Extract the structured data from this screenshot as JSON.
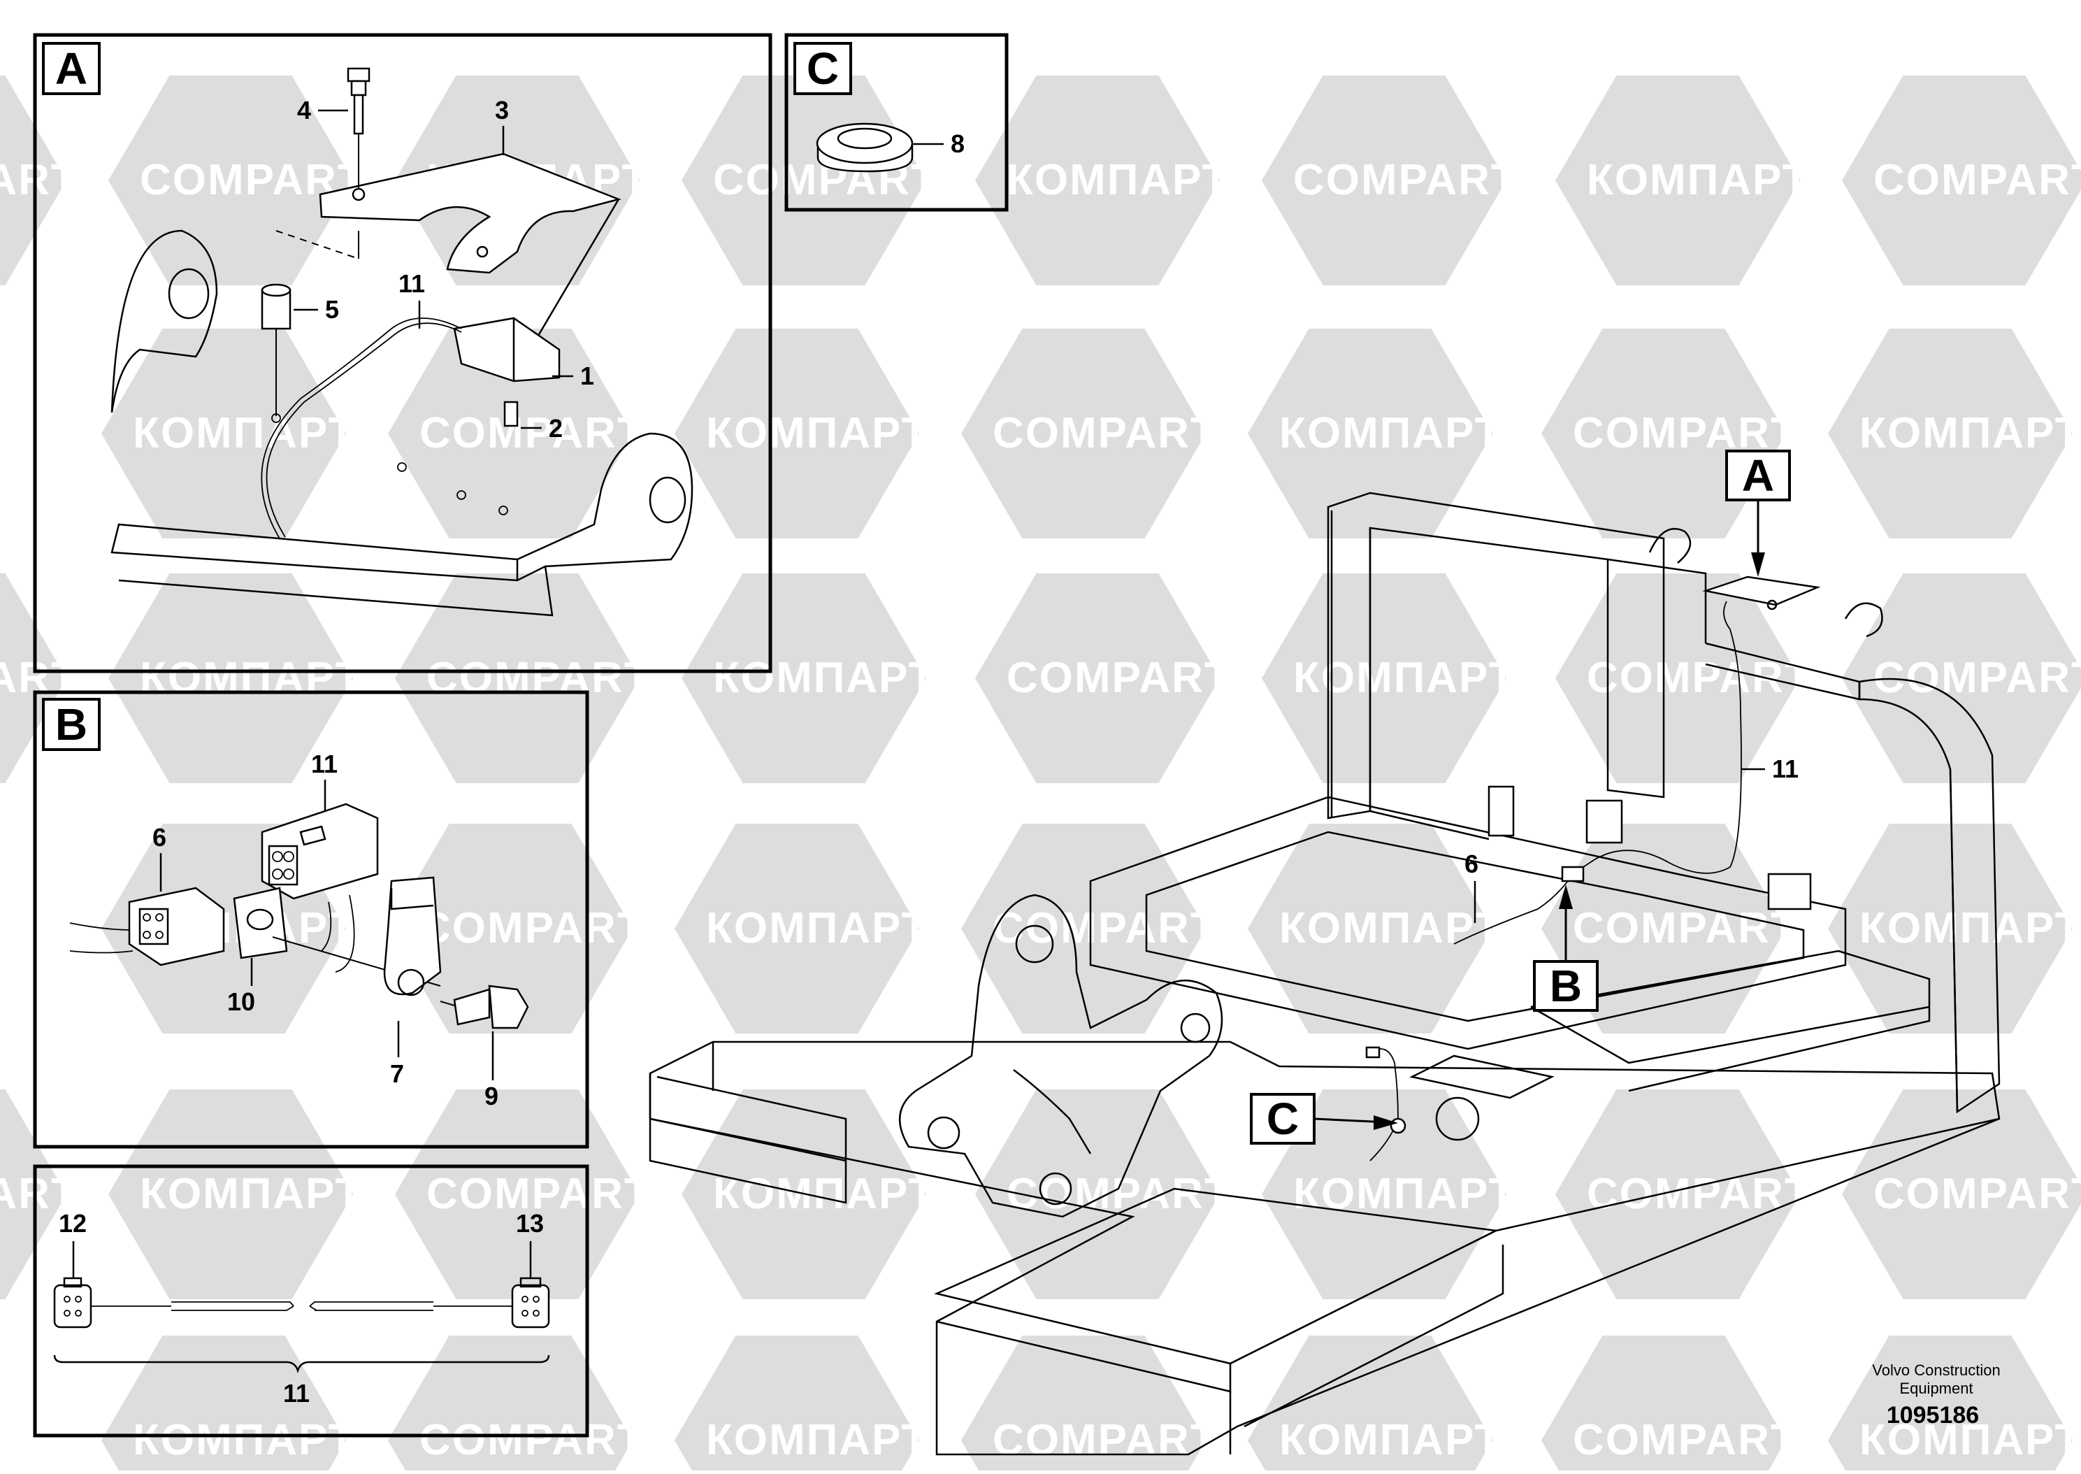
{
  "watermark": {
    "latin": "COMPART",
    "cyrillic": "КОМПАРТ",
    "color": "#dddddd"
  },
  "detail_views": {
    "A": {
      "label": "A",
      "callouts": [
        "4",
        "3",
        "11",
        "5",
        "1",
        "2"
      ]
    },
    "B": {
      "label": "B",
      "callouts": [
        "11",
        "6",
        "10",
        "7",
        "9"
      ]
    },
    "C": {
      "label": "C",
      "callouts": [
        "8"
      ]
    },
    "harness": {
      "callouts": [
        "12",
        "13",
        "11"
      ]
    }
  },
  "main_view": {
    "markers": [
      "A",
      "B",
      "C"
    ],
    "callouts": [
      "11",
      "6"
    ]
  },
  "footer": {
    "publisher_line1": "Volvo Construction",
    "publisher_line2": "Equipment",
    "doc_number": "1095186"
  }
}
